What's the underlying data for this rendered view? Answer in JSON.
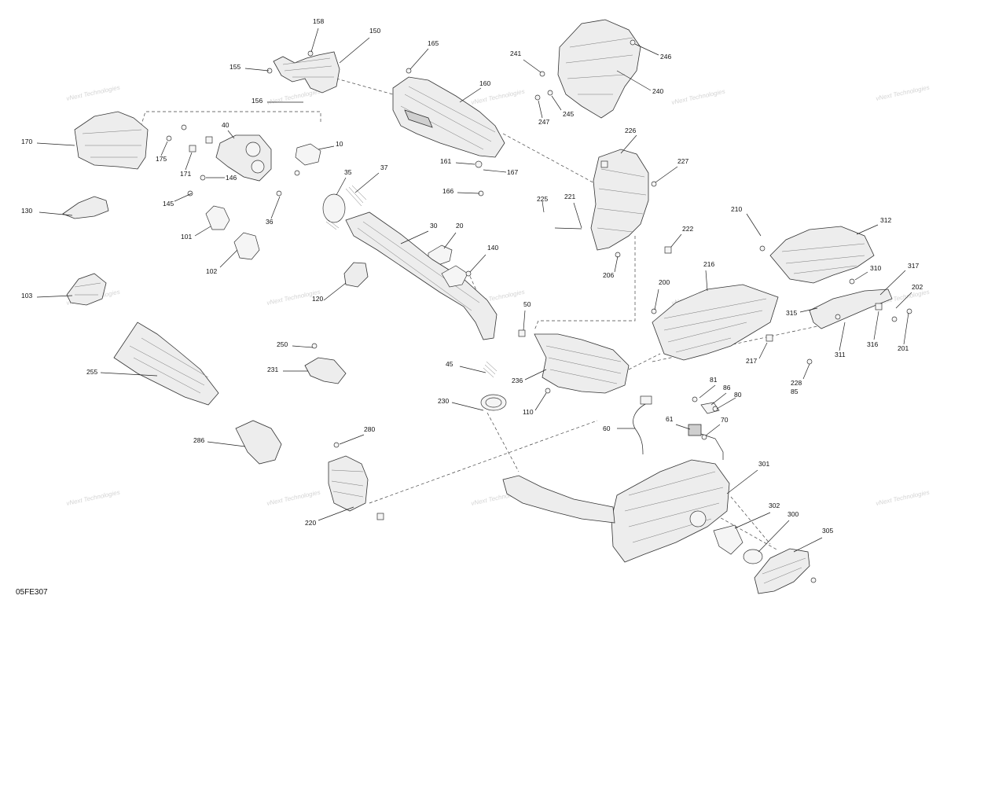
{
  "diagram": {
    "reference_code": "05FE307",
    "watermark": "vNext Technologies",
    "callouts": [
      "158",
      "150",
      "155",
      "156",
      "165",
      "160",
      "161",
      "167",
      "166",
      "241",
      "246",
      "240",
      "247",
      "245",
      "170",
      "175",
      "171",
      "40",
      "10",
      "146",
      "145",
      "35",
      "37",
      "36",
      "101",
      "102",
      "30",
      "20",
      "140",
      "130",
      "103",
      "120",
      "255",
      "250",
      "231",
      "50",
      "45",
      "230",
      "236",
      "110",
      "286",
      "280",
      "220",
      "226",
      "227",
      "225",
      "221",
      "222",
      "206",
      "210",
      "312",
      "310",
      "317",
      "202",
      "200",
      "216",
      "315",
      "311",
      "316",
      "201",
      "217",
      "228",
      "85",
      "81",
      "86",
      "80",
      "61",
      "70",
      "60",
      "301",
      "302",
      "300",
      "305"
    ]
  }
}
